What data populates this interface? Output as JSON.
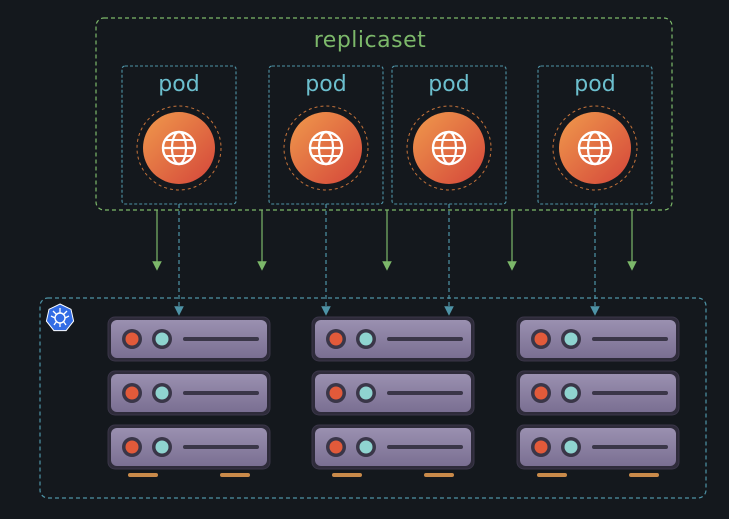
{
  "replicaset": {
    "label": "replicaset"
  },
  "pods": [
    {
      "label": "pod",
      "icon": "globe-icon"
    },
    {
      "label": "pod",
      "icon": "globe-icon"
    },
    {
      "label": "pod",
      "icon": "globe-icon"
    },
    {
      "label": "pod",
      "icon": "globe-icon"
    }
  ],
  "cluster": {
    "logo": "kubernetes-logo-icon",
    "nodes": [
      {
        "servers": 3
      },
      {
        "servers": 3
      },
      {
        "servers": 3
      }
    ]
  },
  "colors": {
    "background": "#14181d",
    "replicaset_border": "#7cb86a",
    "pod_border": "#4e93a6",
    "pod_text": "#6cbfce",
    "globe_orange": "#e8743d",
    "globe_red": "#d4453a",
    "server_body": "#8a7fa0",
    "arrow_green": "#7cb86a",
    "arrow_blue": "#4e93a6"
  }
}
